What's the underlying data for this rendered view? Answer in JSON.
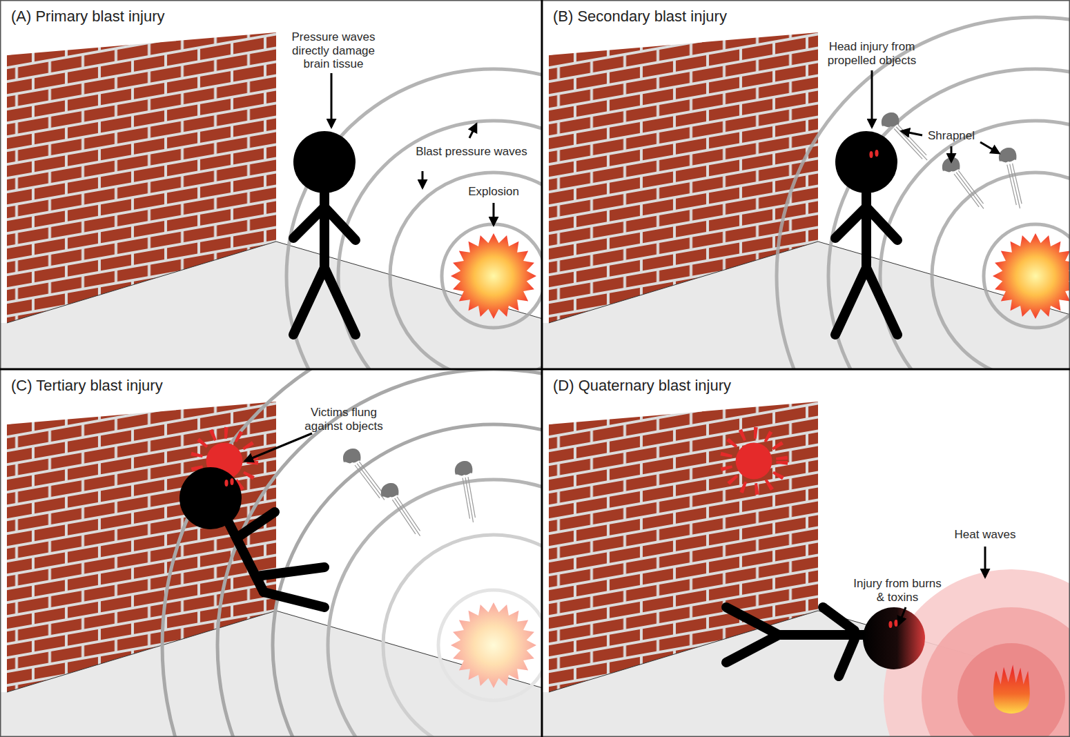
{
  "diagram": {
    "nodes": [
      {
        "text": [
          "(A) Primary blast injury"
        ]
      },
      {
        "text": [
          "(B) Secondary blast injury"
        ]
      },
      {
        "text": [
          "(C) Tertiary blast injury"
        ]
      },
      {
        "text": [
          "(D) Quaternary blast injury"
        ]
      }
    ],
    "labels": [
      "Pressure waves directly damage brain tissue",
      "Blast pressure waves",
      "Explosion",
      "Head injury from propelled objects",
      "Shrapnel",
      "Victims flung against objects",
      "Heat waves",
      "Injury from burns & toxins"
    ]
  }
}
